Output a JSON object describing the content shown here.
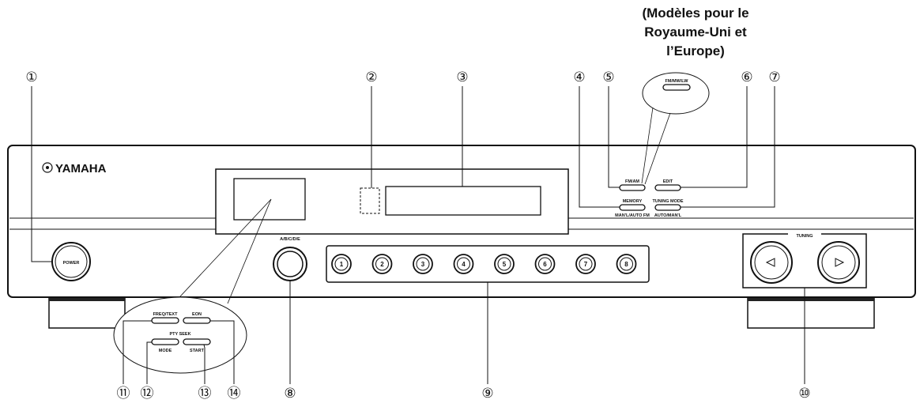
{
  "note": {
    "line1": "(Modèles pour le",
    "line2": "Royaume-Uni et",
    "line3": "l’Europe)"
  },
  "brand": "YAMAHA",
  "controls": {
    "power": "POWER",
    "abcde": "A/B/C/D/E",
    "fm_am": "FM/AM",
    "fm_mw_lw": "FM/MW/LW",
    "edit": "EDIT",
    "memory": "MEMORY",
    "man_auto_fm": "MAN'L/AUTO FM",
    "tuning_mode": "TUNING MODE",
    "auto_manl": "AUTO/MAN'L",
    "tuning": "TUNING",
    "freq_text": "FREQ/TEXT",
    "eon": "EON",
    "pty_seek": "PTY SEEK",
    "mode": "MODE",
    "start": "START"
  },
  "presets": [
    "1",
    "2",
    "3",
    "4",
    "5",
    "6",
    "7",
    "8"
  ],
  "callouts": [
    "①",
    "②",
    "③",
    "④",
    "⑤",
    "⑥",
    "⑦",
    "⑧",
    "⑨",
    "⑩",
    "⑪",
    "⑫",
    "⑬",
    "⑭"
  ]
}
